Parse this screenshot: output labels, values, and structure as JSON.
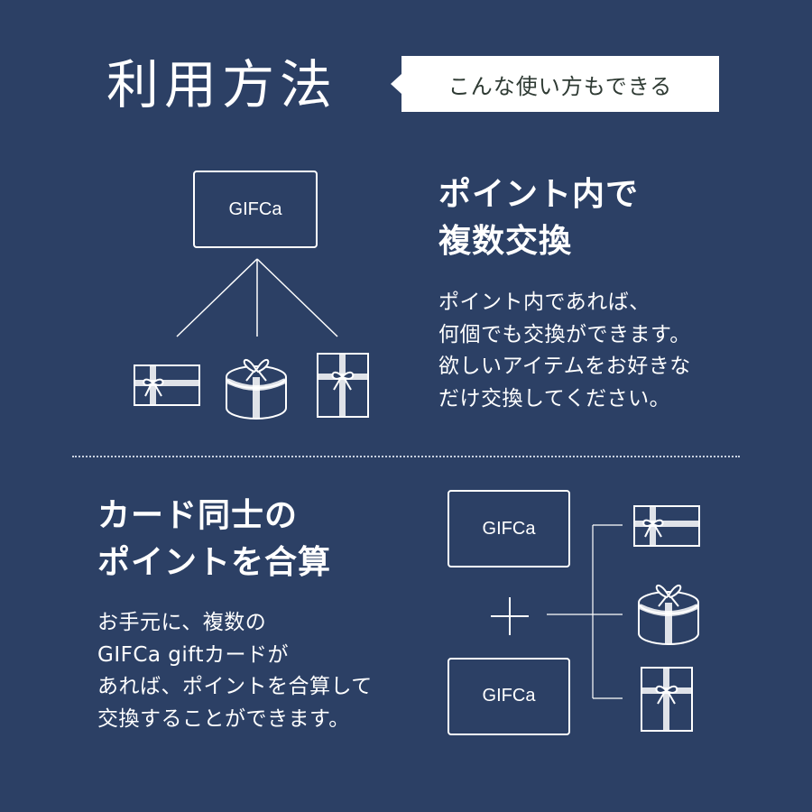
{
  "header": {
    "title": "利用方法",
    "tag": "こんな使い方もできる"
  },
  "section1": {
    "heading_lines": [
      "ポイント内で",
      "複数交換"
    ],
    "body_lines": [
      "ポイント内であれば、",
      "何個でも交換ができます。",
      "欲しいアイテムをお好きな",
      "だけ交換してください。"
    ],
    "card_label": "GIFCa"
  },
  "section2": {
    "heading_lines": [
      "カード同士の",
      "ポイントを合算"
    ],
    "body_lines": [
      "お手元に、複数の",
      "GIFCa giftカードが",
      "あれば、ポイントを合算して",
      "交換することができます。"
    ],
    "card_labels": [
      "GIFCa",
      "GIFCa"
    ]
  },
  "colors": {
    "background": "#2c4065",
    "foreground": "#ffffff",
    "tag_text": "#2e3a33"
  },
  "icons": [
    "gift-card-icon",
    "gift-cake-box-icon",
    "gift-box-icon",
    "plus-icon"
  ]
}
